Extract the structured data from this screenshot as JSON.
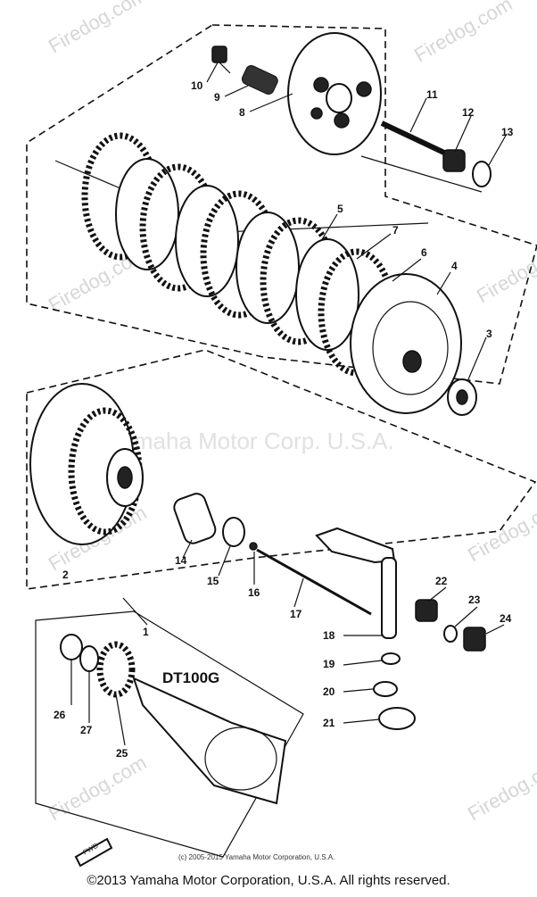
{
  "model_label": "DT100G",
  "watermark_center": "Yamaha Motor Corp. U.S.A.",
  "watermark_brand": "Firedog.com",
  "small_copyright": "(c) 2005-2015 Yamaha Motor Corporation, U.S.A.",
  "fwd_label": "FWD",
  "footer": "©2013 Yamaha Motor Corporation, U.S.A. All rights reserved.",
  "callouts": {
    "c1": "1",
    "c2": "2",
    "c3": "3",
    "c4": "4",
    "c5": "5",
    "c6": "6",
    "c7": "7",
    "c8": "8",
    "c9": "9",
    "c10": "10",
    "c11": "11",
    "c12": "12",
    "c13": "13",
    "c14": "14",
    "c15": "15",
    "c16": "16",
    "c17": "17",
    "c18": "18",
    "c19": "19",
    "c20": "20",
    "c21": "21",
    "c22": "22",
    "c23": "23",
    "c24": "24",
    "c25": "25",
    "c26": "26",
    "c27": "27"
  }
}
